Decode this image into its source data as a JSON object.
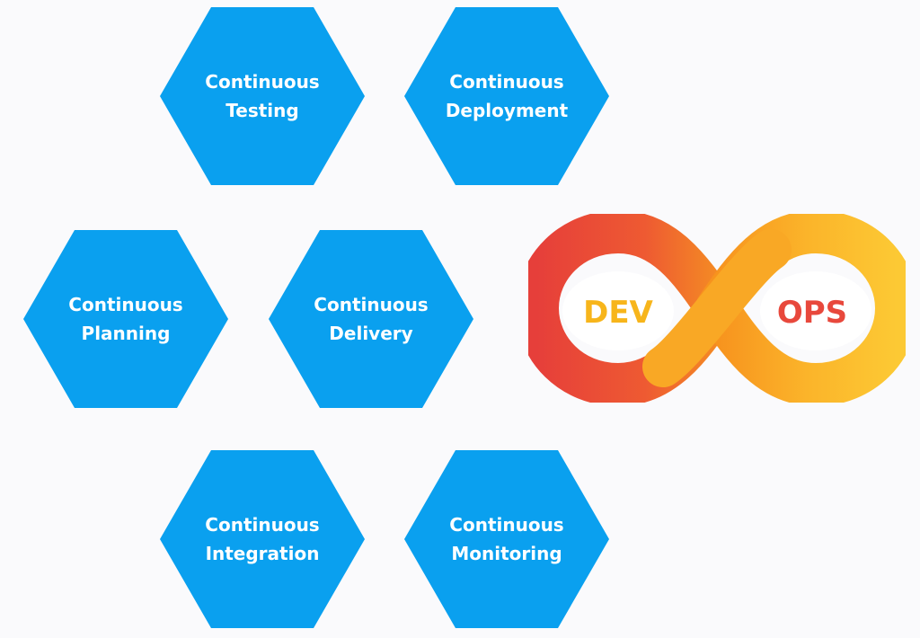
{
  "hexagons": [
    {
      "line1": "Continuous",
      "line2": "Testing"
    },
    {
      "line1": "Continuous",
      "line2": "Deployment"
    },
    {
      "line1": "Continuous",
      "line2": "Planning"
    },
    {
      "line1": "Continuous",
      "line2": "Delivery"
    },
    {
      "line1": "Continuous",
      "line2": "Integration"
    },
    {
      "line1": "Continuous",
      "line2": "Monitoring"
    }
  ],
  "logo": {
    "left_label": "DEV",
    "right_label": "OPS",
    "icon": "infinity-icon"
  },
  "colors": {
    "hexagon": "#0aa0ef",
    "hexagon_text": "#ffffff",
    "dev_label": "#f7b51b",
    "ops_label": "#e8483c",
    "loop_red": "#ea4a3f",
    "loop_orange": "#f7901e",
    "loop_yellow": "#fbc02d"
  }
}
